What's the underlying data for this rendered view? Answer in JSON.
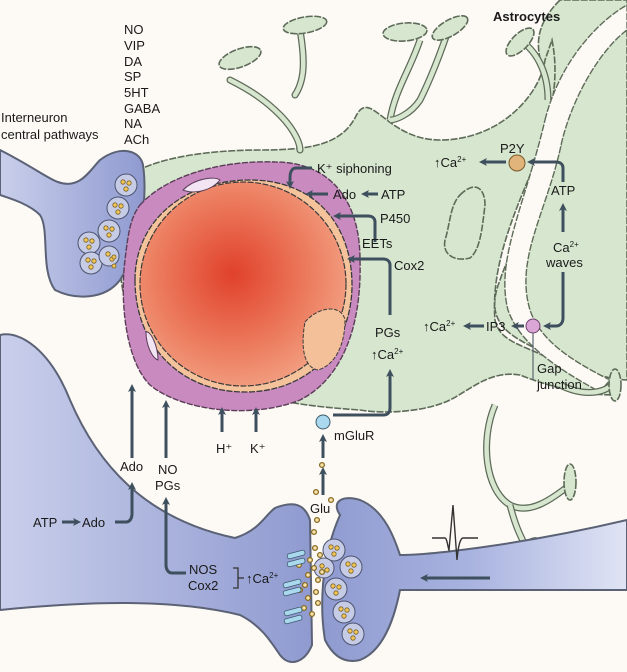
{
  "figure": {
    "title": "Astrocytes",
    "neurotransmitter_list": [
      "NO",
      "VIP",
      "DA",
      "SP",
      "5HT",
      "GABA",
      "NA",
      "ACh"
    ],
    "interneuron_label": [
      "Interneuron",
      "central pathways"
    ],
    "vessel_signals": {
      "k_siphoning": "K⁺ siphoning",
      "ado": "Ado",
      "atp": "ATP",
      "p450": "P450",
      "eets": "EETs",
      "cox2": "Cox2",
      "pgs": "PGs",
      "ca_rise": "↑Ca",
      "ca_sup": "2+"
    },
    "astrocyte_signals": {
      "p2y": "P2Y",
      "ca_rise_top": "↑Ca",
      "atp": "ATP",
      "ca_waves_line1": "Ca",
      "ca_waves_sup": "2+",
      "ca_waves_line2": "waves",
      "ip3": "IP3",
      "ca_rise_mid": "↑Ca",
      "gap_junction": [
        "Gap",
        "junction"
      ]
    },
    "lower_signals": {
      "h_plus": "H⁺",
      "k_plus": "K⁺",
      "mglur": "mGluR",
      "glu": "Glu",
      "ado_up": "Ado",
      "no": "NO",
      "pgs": "PGs",
      "atp_left": "ATP",
      "ado_left": "Ado",
      "nos": "NOS",
      "cox2": "Cox2",
      "ca_rise": "↑Ca",
      "ca_sup": "2+"
    },
    "icons": [
      "action-potential-icon",
      "direction-arrow-icon",
      "receptor-channel-icon",
      "vesicle-icon"
    ],
    "colors": {
      "neuron": "#aab4e0",
      "astrocyte": "#d7e6cf",
      "vessel_lumen": "#e8503a",
      "vessel_wall": "#c77fb8",
      "arrow": "#3e4f5e",
      "p2y_receptor": "#e0b47a",
      "gap_junction": "#d9a6d6",
      "mglur_receptor": "#a9d8ef"
    }
  }
}
